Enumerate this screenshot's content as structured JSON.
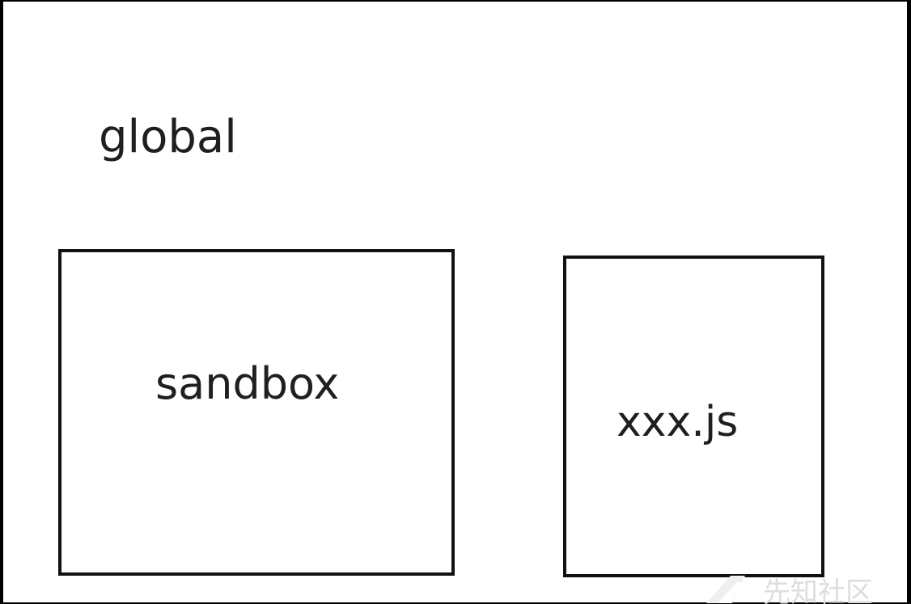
{
  "diagram": {
    "outer": {
      "label": "global"
    },
    "boxes": [
      {
        "label": "sandbox"
      },
      {
        "label": "xxx.js"
      }
    ],
    "watermark": {
      "text": "先知社区"
    },
    "colors": {
      "background": "#ffffff",
      "border": "#111111",
      "text": "#1f1f1f",
      "watermark": "#d9d9d9"
    }
  }
}
